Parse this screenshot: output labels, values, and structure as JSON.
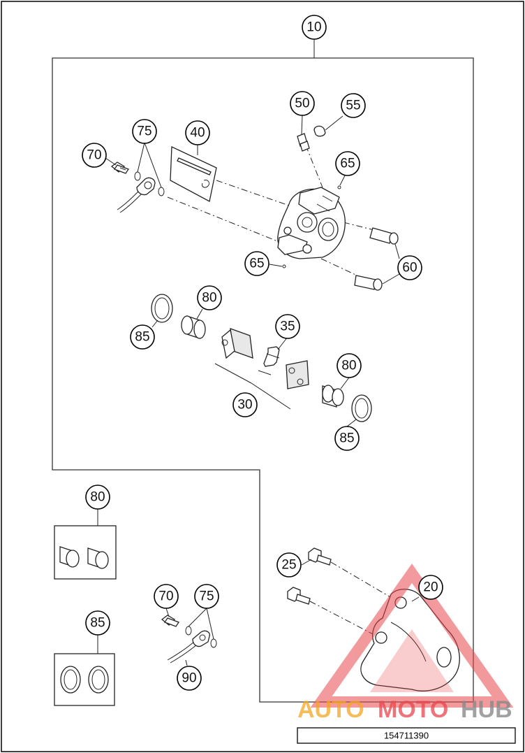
{
  "diagram": {
    "part_number": "154711390",
    "watermark": {
      "auto": "AUTO",
      "moto": "MOTO",
      "hub": "HUB"
    },
    "callouts": {
      "c10": "10",
      "c20": "20",
      "c25": "25",
      "c30": "30",
      "c35": "35",
      "c40": "40",
      "c50": "50",
      "c55": "55",
      "c60": "60",
      "c65a": "65",
      "c65b": "65",
      "c70a": "70",
      "c70b": "70",
      "c75a": "75",
      "c75b": "75",
      "c80a": "80",
      "c80b": "80",
      "c80c": "80",
      "c85a": "85",
      "c85b": "85",
      "c85c": "85",
      "c90": "90"
    },
    "colors": {
      "watermark_orange": "#f5a623",
      "watermark_red": "#e8474d",
      "watermark_grey": "#8a8a8a"
    }
  }
}
